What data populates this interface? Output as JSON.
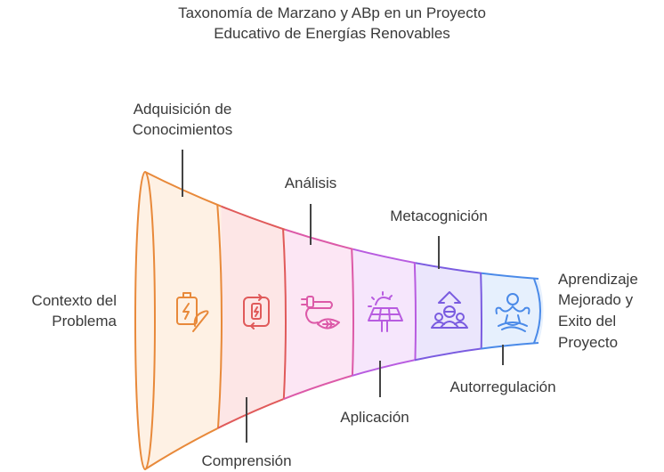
{
  "title": {
    "line1": "Taxonomía de Marzano y ABp en un Proyecto",
    "line2": "Educativo de Energías Renovables"
  },
  "start_label": {
    "line1": "Contexto del",
    "line2": "Problema"
  },
  "end_label": {
    "line1": "Aprendizaje",
    "line2": "Mejorado y",
    "line3": "Exito del",
    "line4": "Proyecto"
  },
  "stages": [
    {
      "label1": "Adquisición de",
      "label2": "Conocimientos",
      "icon": "battery-leaf-icon",
      "stroke": "#e8893a",
      "fill": "#fef1e4"
    },
    {
      "label1": "Comprensión",
      "label2": "",
      "icon": "battery-cycle-icon",
      "stroke": "#e05a5a",
      "fill": "#fde6e6"
    },
    {
      "label1": "Análisis",
      "label2": "",
      "icon": "plug-leaf-icon",
      "stroke": "#dc5aa8",
      "fill": "#fce6f4"
    },
    {
      "label1": "Aplicación",
      "label2": "",
      "icon": "solar-panel-icon",
      "stroke": "#b85ce0",
      "fill": "#f6e6fc"
    },
    {
      "label1": "Metacognición",
      "label2": "",
      "icon": "group-growth-icon",
      "stroke": "#7a5ce0",
      "fill": "#ebe6fc"
    },
    {
      "label1": "Autorregulación",
      "label2": "",
      "icon": "meditation-icon",
      "stroke": "#4a8ae8",
      "fill": "#e6f0fd"
    }
  ]
}
